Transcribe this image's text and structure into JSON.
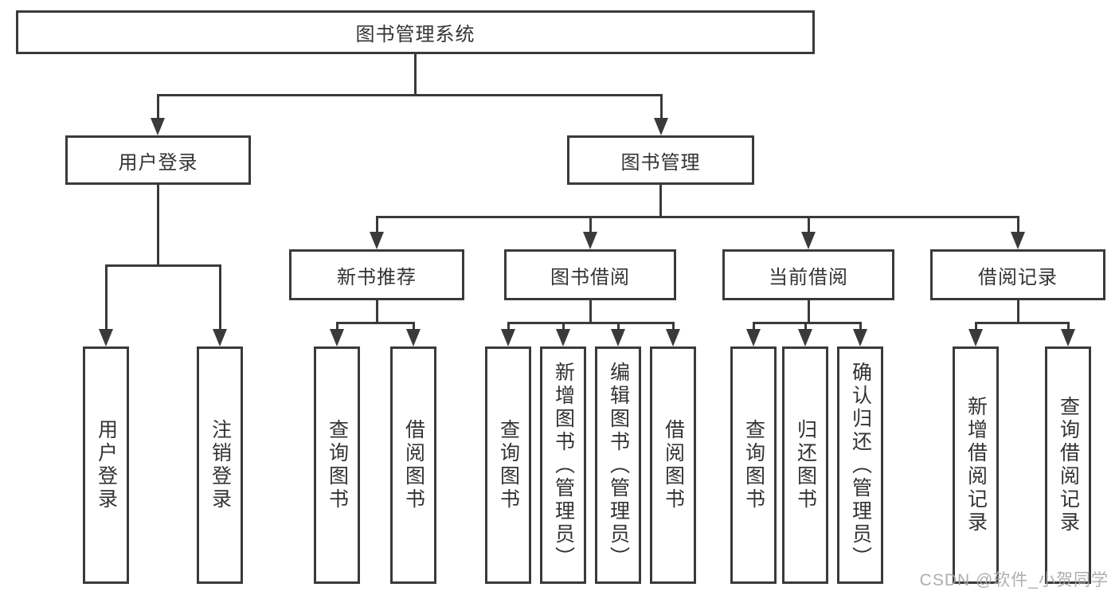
{
  "diagram": {
    "watermark": "CSDN @软件_小贺同学",
    "colors": {
      "line": "#3a3a3a",
      "text": "#333333",
      "watermark": "#a6a6a6",
      "bg": "#ffffff"
    },
    "tree": {
      "label": "图书管理系统",
      "children": [
        {
          "label": "用户登录",
          "children": [
            {
              "label": "用户登录"
            },
            {
              "label": "注销登录"
            }
          ]
        },
        {
          "label": "图书管理",
          "children": [
            {
              "label": "新书推荐",
              "children": [
                {
                  "label": "查询图书"
                },
                {
                  "label": "借阅图书"
                }
              ]
            },
            {
              "label": "图书借阅",
              "children": [
                {
                  "label": "查询图书"
                },
                {
                  "label": "新增图书（管理员）"
                },
                {
                  "label": "编辑图书（管理员）"
                },
                {
                  "label": "借阅图书"
                }
              ]
            },
            {
              "label": "当前借阅",
              "children": [
                {
                  "label": "查询图书"
                },
                {
                  "label": "归还图书"
                },
                {
                  "label": "确认归还（管理员）"
                }
              ]
            },
            {
              "label": "借阅记录",
              "children": [
                {
                  "label": "新增借阅记录"
                },
                {
                  "label": "查询借阅记录"
                }
              ]
            }
          ]
        }
      ]
    }
  }
}
